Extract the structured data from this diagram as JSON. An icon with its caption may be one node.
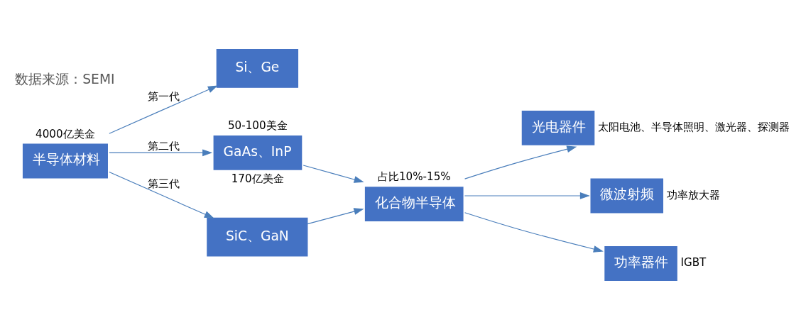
{
  "diagram": {
    "nodes": [
      {
        "text": [
          "半导体材料"
        ],
        "beside": [
          "4000亿美金"
        ]
      },
      {
        "text": [
          "Si、Ge"
        ]
      },
      {
        "text": [
          "GaAs、InP"
        ],
        "beside": [
          "50-100美金",
          "170亿美金"
        ]
      },
      {
        "text": [
          "SiC、GaN"
        ]
      },
      {
        "text": [
          "化合物半导体"
        ],
        "beside": [
          "占比10%-15%"
        ]
      },
      {
        "text": [
          "光电器件"
        ],
        "beside": [
          "太阳电池、半导体照明、激光器、探测器"
        ]
      },
      {
        "text": [
          "微波射频"
        ],
        "beside": [
          "功率放大器"
        ]
      },
      {
        "text": [
          "功率器件"
        ],
        "beside": [
          "IGBT"
        ]
      }
    ],
    "edges": [
      {
        "from": 0,
        "to": 1,
        "arrow": "to",
        "label": "第一代"
      },
      {
        "from": 0,
        "to": 2,
        "arrow": "to",
        "label": "第二代"
      },
      {
        "from": 0,
        "to": 3,
        "arrow": "to",
        "label": "第三代"
      },
      {
        "from": 2,
        "to": 4,
        "arrow": "to"
      },
      {
        "from": 3,
        "to": 4,
        "arrow": "to"
      },
      {
        "from": 4,
        "to": 5,
        "arrow": "to"
      },
      {
        "from": 4,
        "to": 6,
        "arrow": "to"
      },
      {
        "from": 4,
        "to": 7,
        "arrow": "to"
      }
    ],
    "labels": [
      "数据来源：SEMI"
    ]
  }
}
